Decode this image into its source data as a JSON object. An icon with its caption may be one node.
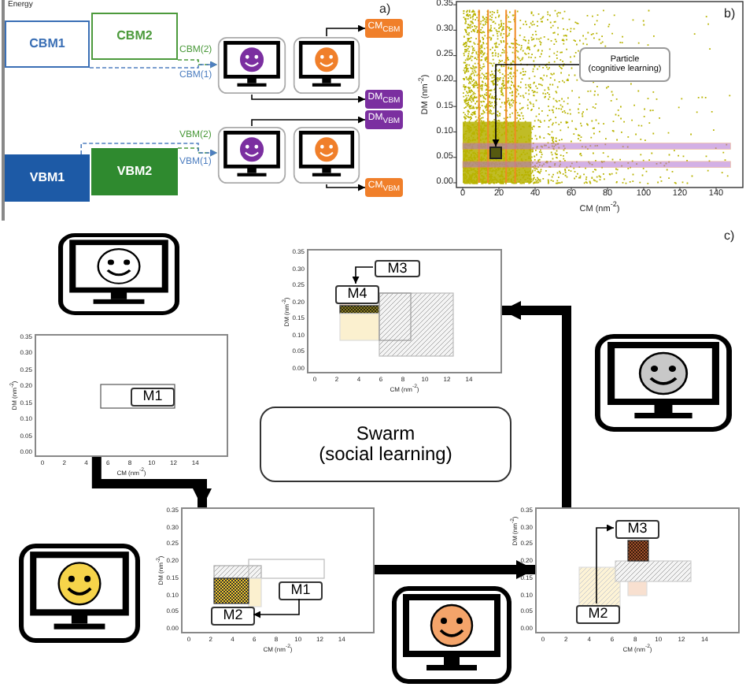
{
  "diagram": {
    "nodes": [
      {
        "text": [
          "CBM1"
        ]
      },
      {
        "text": [
          "CBM2"
        ]
      },
      {
        "text": [
          "VBM1"
        ]
      },
      {
        "text": [
          "VBM2"
        ]
      },
      {
        "text": [],
        "shape": "picture"
      },
      {
        "text": [],
        "shape": "picture"
      },
      {
        "text": [],
        "shape": "picture"
      },
      {
        "text": [],
        "shape": "picture"
      },
      {
        "text": [
          "CM$_{CBM}$"
        ]
      },
      {
        "text": [
          "DM$_{CBM}$"
        ]
      },
      {
        "text": [
          "DM$_{VBM}$"
        ]
      },
      {
        "text": [
          "CM$_{VBM}$"
        ]
      },
      {
        "text": [
          "Particle (cognitive learning)"
        ]
      },
      {
        "text": [],
        "shape": "box"
      },
      {
        "text": [],
        "shape": "picture"
      },
      {
        "text": [],
        "shape": "plot"
      },
      {
        "text": [
          "M3"
        ],
        "in": 15
      },
      {
        "text": [
          "M4"
        ],
        "in": 15
      },
      {
        "text": [],
        "shape": "plot"
      },
      {
        "text": [
          "M1"
        ],
        "in": 18
      },
      {
        "text": [
          "Swarm (social learning)"
        ]
      },
      {
        "text": [],
        "shape": "picture"
      },
      {
        "text": [],
        "shape": "plot"
      },
      {
        "text": [
          "M1"
        ],
        "in": 22
      },
      {
        "text": [
          "M2"
        ],
        "in": 22
      },
      {
        "text": [],
        "shape": "plot"
      },
      {
        "text": [
          "M3"
        ],
        "in": 25
      },
      {
        "text": [
          "M2"
        ],
        "in": 25
      },
      {
        "text": [],
        "shape": "picture"
      },
      {
        "text": [],
        "shape": "picture"
      }
    ],
    "edges": [
      {
        "from": 1,
        "to": 4,
        "arrow": "to",
        "label": "CBM(2)",
        "style": "dashed",
        "color": "#4c9a3c"
      },
      {
        "from": 0,
        "to": 4,
        "arrow": "to",
        "label": "CBM(1)",
        "style": "dashed",
        "color": "#4f7fc0"
      },
      {
        "from": 3,
        "to": 6,
        "arrow": "to",
        "label": "VBM(2)",
        "style": "dashed",
        "color": "#4c9a3c"
      },
      {
        "from": 2,
        "to": 6,
        "arrow": "to",
        "label": "VBM(1)",
        "style": "dashed",
        "color": "#4f7fc0"
      },
      {
        "from": 5,
        "to": 8,
        "arrow": "to"
      },
      {
        "from": 4,
        "to": 9,
        "arrow": "to"
      },
      {
        "from": 6,
        "to": 10,
        "arrow": "to"
      },
      {
        "from": 7,
        "to": 11,
        "arrow": "to"
      },
      {
        "from": 12,
        "to": 13,
        "arrow": "to"
      },
      {
        "from": 16,
        "to": 17,
        "arrow": "to"
      },
      {
        "from": 18,
        "to": 22,
        "arrow": "to",
        "style": "thick"
      },
      {
        "from": 23,
        "to": 24,
        "arrow": "to"
      },
      {
        "from": 22,
        "to": 25,
        "arrow": "to",
        "style": "thick"
      },
      {
        "from": 27,
        "to": 26,
        "arrow": "to"
      },
      {
        "from": 25,
        "to": 15,
        "arrow": "to",
        "style": "thick"
      }
    ],
    "labels": [
      "Energy",
      "a)",
      "b)",
      "0.35",
      "0.30",
      "0.25",
      "0.20",
      "0.15",
      "0.10",
      "0.05",
      "0.00",
      "DM (nm$^{-2}$)",
      "0",
      "20",
      "40",
      "60",
      "80",
      "100",
      "120",
      "140",
      "CM (nm$^{-2}$)",
      "c)",
      "0.35",
      "0.30",
      "0.25",
      "0.20",
      "0.15",
      "0.10",
      "0.05",
      "0.00",
      "DM (nm$^{-2}$)",
      "0",
      "2",
      "4",
      "6",
      "8",
      "10",
      "12",
      "14",
      "CM (nm$^{-2}$)",
      "0.35",
      "0.30",
      "0.25",
      "0.20",
      "0.15",
      "0.10",
      "0.05",
      "0.00",
      "DM (nm$^{-2}$)",
      "0",
      "2",
      "4",
      "6",
      "8",
      "10",
      "12",
      "14",
      "CM (nm$^{-2}$)",
      "0.35",
      "0.30",
      "0.25",
      "0.20",
      "0.15",
      "0.10",
      "0.05",
      "0.00",
      "DM (nm$^{-2}$)",
      "0",
      "2",
      "4",
      "6",
      "8",
      "10",
      "12",
      "14",
      "CM (nm$^{-2}$)",
      "0.35",
      "0.30",
      "0.25",
      "0.20",
      "0.15",
      "0.10",
      "0.05",
      "0.00",
      "DM (nm$^{-2}$)",
      "0",
      "2",
      "4",
      "6",
      "8",
      "10",
      "12",
      "14",
      "CM (nm$^{-2}$)"
    ]
  }
}
